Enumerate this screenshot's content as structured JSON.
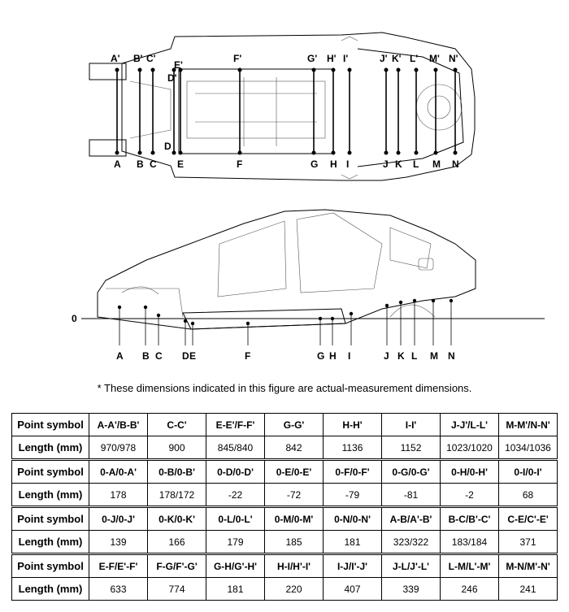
{
  "top_view": {
    "labels_left": [
      "A'",
      "B'",
      "C'",
      "D'",
      "E'",
      "F'",
      "G'",
      "H'",
      "I'",
      "J'",
      "K'",
      "L'",
      "M'",
      "N'"
    ],
    "labels_bottom": [
      "A",
      "B",
      "C",
      "D",
      "E",
      "F",
      "G",
      "H",
      "I",
      "J",
      "K",
      "L",
      "M",
      "N"
    ]
  },
  "side_view": {
    "zero_label": "0",
    "labels": [
      "A",
      "B",
      "C",
      "D",
      "E",
      "F",
      "G",
      "H",
      "I",
      "J",
      "K",
      "L",
      "M",
      "N"
    ]
  },
  "note": "* These dimensions indicated in this figure are actual-measurement dimensions.",
  "table": {
    "rows": [
      {
        "header": "Point symbol",
        "cells": [
          "A-A'/B-B'",
          "C-C'",
          "E-E'/F-F'",
          "G-G'",
          "H-H'",
          "I-I'",
          "J-J'/L-L'",
          "M-M'/N-N'"
        ]
      },
      {
        "header": "Length (mm)",
        "cells": [
          "970/978",
          "900",
          "845/840",
          "842",
          "1136",
          "1152",
          "1023/1020",
          "1034/1036"
        ]
      },
      {
        "header": "Point symbol",
        "cells": [
          "0-A/0-A'",
          "0-B/0-B'",
          "0-D/0-D'",
          "0-E/0-E'",
          "0-F/0-F'",
          "0-G/0-G'",
          "0-H/0-H'",
          "0-I/0-I'"
        ]
      },
      {
        "header": "Length (mm)",
        "cells": [
          "178",
          "178/172",
          "-22",
          "-72",
          "-79",
          "-81",
          "-2",
          "68"
        ]
      },
      {
        "header": "Point symbol",
        "cells": [
          "0-J/0-J'",
          "0-K/0-K'",
          "0-L/0-L'",
          "0-M/0-M'",
          "0-N/0-N'",
          "A-B/A'-B'",
          "B-C/B'-C'",
          "C-E/C'-E'"
        ]
      },
      {
        "header": "Length (mm)",
        "cells": [
          "139",
          "166",
          "179",
          "185",
          "181",
          "323/322",
          "183/184",
          "371"
        ]
      },
      {
        "header": "Point symbol",
        "cells": [
          "E-F/E'-F'",
          "F-G/F'-G'",
          "G-H/G'-H'",
          "H-I/H'-I'",
          "I-J/I'-J'",
          "J-L/J'-L'",
          "L-M/L'-M'",
          "M-N/M'-N'"
        ]
      },
      {
        "header": "Length (mm)",
        "cells": [
          "633",
          "774",
          "181",
          "220",
          "407",
          "339",
          "246",
          "241"
        ]
      }
    ]
  }
}
